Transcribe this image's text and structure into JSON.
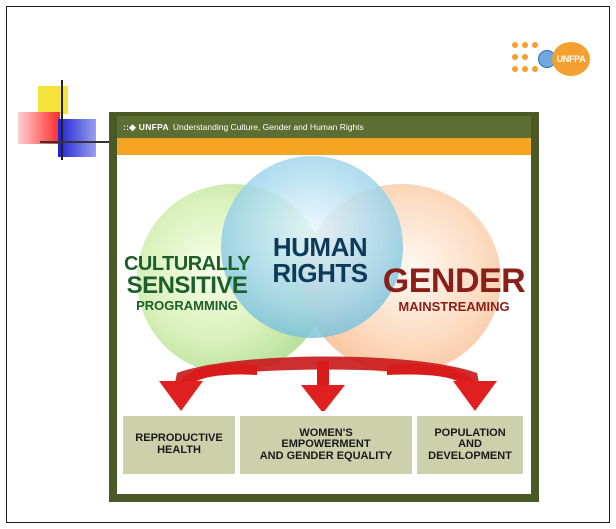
{
  "logo": {
    "text": "UNFPA"
  },
  "poster": {
    "header_brand": "::◆ UNFPA",
    "header_title": "Understanding Culture, Gender and Human Rights",
    "circles": {
      "culturally": {
        "line1": "CULTURALLY",
        "line2": "SENSITIVE",
        "line3": "PROGRAMMING"
      },
      "human_rights": {
        "line1": "HUMAN",
        "line2": "RIGHTS"
      },
      "gender": {
        "line1": "GENDER",
        "line2": "MAINSTREAMING"
      }
    },
    "boxes": [
      {
        "line1": "REPRODUCTIVE",
        "line2": "HEALTH"
      },
      {
        "line1": "WOMEN'S",
        "line2": "EMPOWERMENT",
        "line3": "AND GENDER EQUALITY"
      },
      {
        "line1": "POPULATION",
        "line2": "AND",
        "line3": "DEVELOPMENT"
      }
    ]
  },
  "colors": {
    "poster_frame": "#4a5a26",
    "header_bar": "#5d6e33",
    "orange_bar": "#f4a623",
    "arrow_red": "#e02020",
    "box_bg": "#ccd1ab"
  }
}
